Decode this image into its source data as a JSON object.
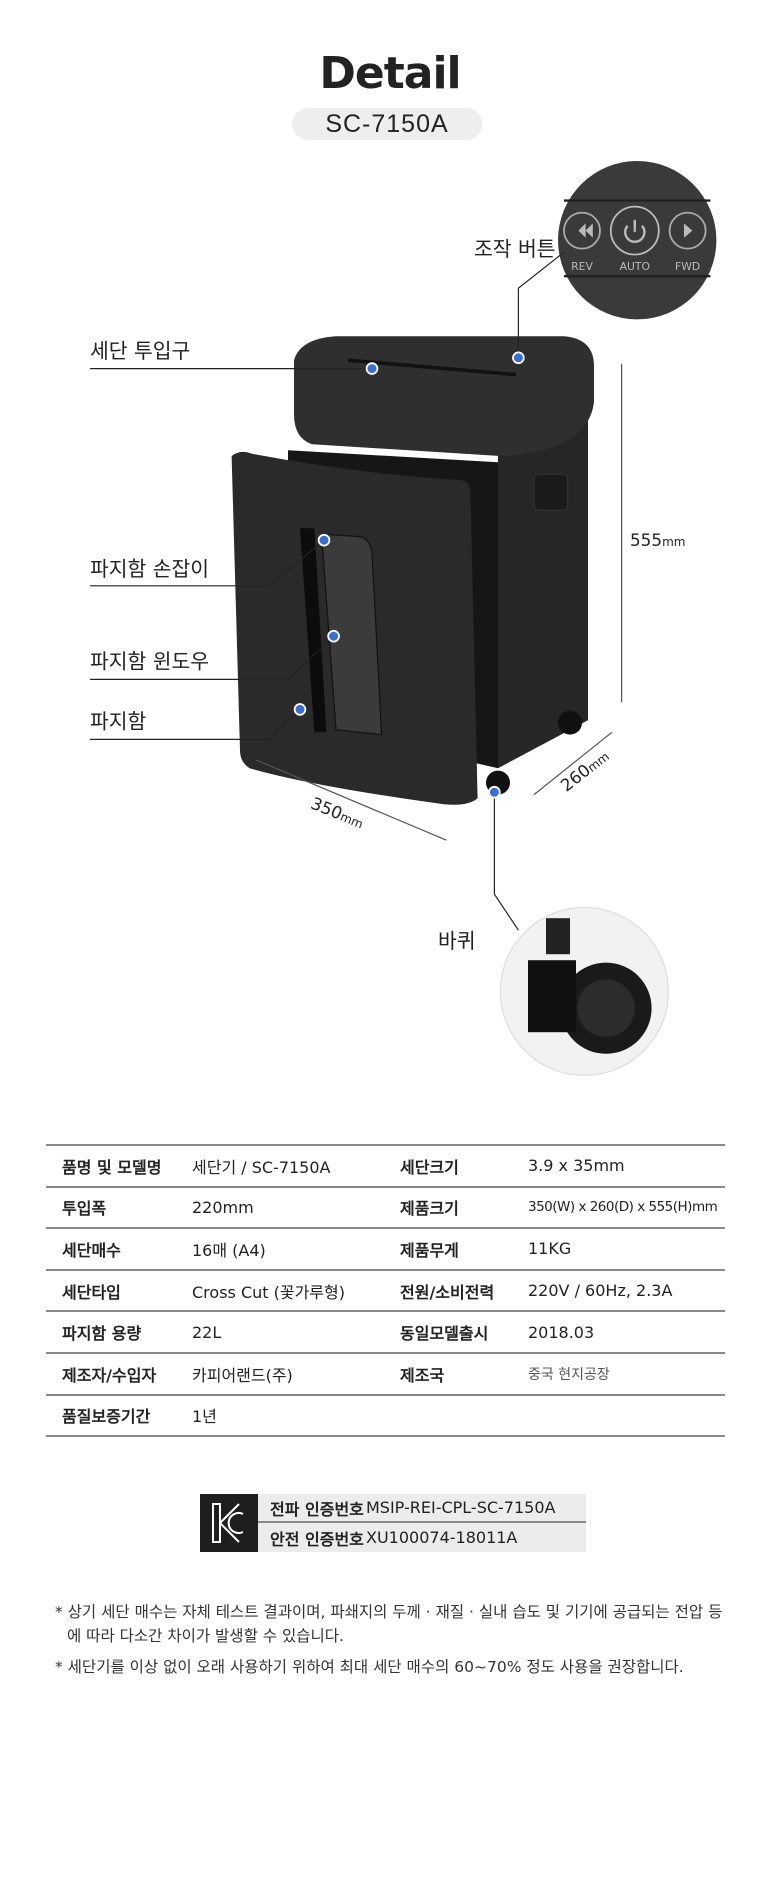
{
  "header": {
    "title": "Detail",
    "model": "SC-7150A"
  },
  "illustration": {
    "labels": {
      "control_buttons": "조작 버튼",
      "feed_slot": "세단 투입구",
      "bin_handle": "파지함 손잡이",
      "bin_window": "파지함 윈도우",
      "bin": "파지함",
      "wheel": "바퀴"
    },
    "control_panel": {
      "rev": "REV",
      "auto": "AUTO",
      "fwd": "FWD"
    },
    "dimensions": {
      "height": "555",
      "depth": "260",
      "width": "350",
      "unit": "mm"
    },
    "dot_color": "#3a6fd0"
  },
  "specs": [
    {
      "k1": "품명 및 모델명",
      "v1": "세단기 / SC-7150A",
      "k2": "세단크기",
      "v2": "3.9 x 35mm"
    },
    {
      "k1": "투입폭",
      "v1": "220mm",
      "k2": "제품크기",
      "v2": "350(W) x 260(D) x 555(H)mm"
    },
    {
      "k1": "세단매수",
      "v1": "16매 (A4)",
      "k2": "제품무게",
      "v2": "11KG"
    },
    {
      "k1": "세단타입",
      "v1": "Cross Cut (꽃가루형)",
      "k2": "전원/소비전력",
      "v2": "220V / 60Hz, 2.3A"
    },
    {
      "k1": "파지함 용량",
      "v1": "22L",
      "k2": "동일모델출시",
      "v2": "2018.03"
    },
    {
      "k1": "제조자/수입자",
      "v1": "카피어랜드(주)",
      "k2": "제조국",
      "v2": "중국 현지공장"
    },
    {
      "k1": "품질보증기간",
      "v1": "1년",
      "k2": "",
      "v2": ""
    }
  ],
  "certification": {
    "rows": [
      {
        "label": "전파 인증번호",
        "value": "MSIP-REI-CPL-SC-7150A"
      },
      {
        "label": "안전 인증번호",
        "value": "XU100074-18011A"
      }
    ]
  },
  "notes": [
    "* 상기 세단 매수는 자체 테스트 결과이며, 파쇄지의 두께 · 재질 · 실내 습도 및 기기에 공급되는 전압 등에 따라 다소간 차이가 발생할 수 있습니다.",
    "* 세단기를 이상 없이 오래 사용하기 위하여 최대 세단 매수의 60~70% 정도 사용을 권장합니다."
  ]
}
